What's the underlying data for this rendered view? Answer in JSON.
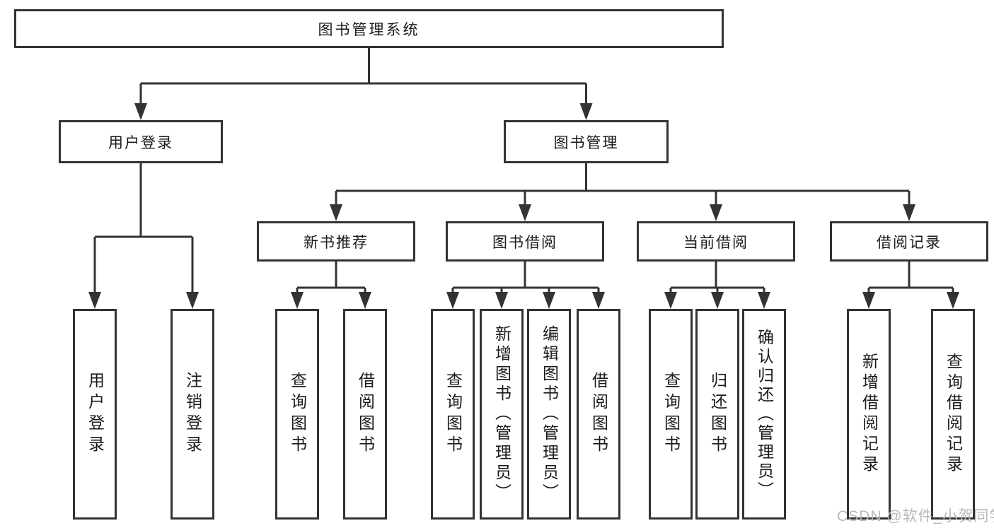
{
  "diagram_type": "hierarchy-tree",
  "root": {
    "label": "图书管理系统"
  },
  "branches": [
    {
      "label": "用户登录",
      "children": [
        {
          "label": "用户登录"
        },
        {
          "label": "注销登录"
        }
      ]
    },
    {
      "label": "图书管理",
      "children": [
        {
          "label": "新书推荐",
          "children": [
            {
              "label": "查询图书"
            },
            {
              "label": "借阅图书"
            }
          ]
        },
        {
          "label": "图书借阅",
          "children": [
            {
              "label": "查询图书"
            },
            {
              "label": "新增图书（管理员）"
            },
            {
              "label": "编辑图书（管理员）"
            },
            {
              "label": "借阅图书"
            }
          ]
        },
        {
          "label": "当前借阅",
          "children": [
            {
              "label": "查询图书"
            },
            {
              "label": "归还图书"
            },
            {
              "label": "确认归还（管理员）"
            }
          ]
        },
        {
          "label": "借阅记录",
          "children": [
            {
              "label": "新增借阅记录"
            },
            {
              "label": "查询借阅记录"
            }
          ]
        }
      ]
    }
  ],
  "watermark": "CSDN @软件_小贺同学",
  "colors": {
    "line": "#333333",
    "text": "#1a1a1a",
    "watermark": "#b9b9b9",
    "background": "#ffffff"
  }
}
